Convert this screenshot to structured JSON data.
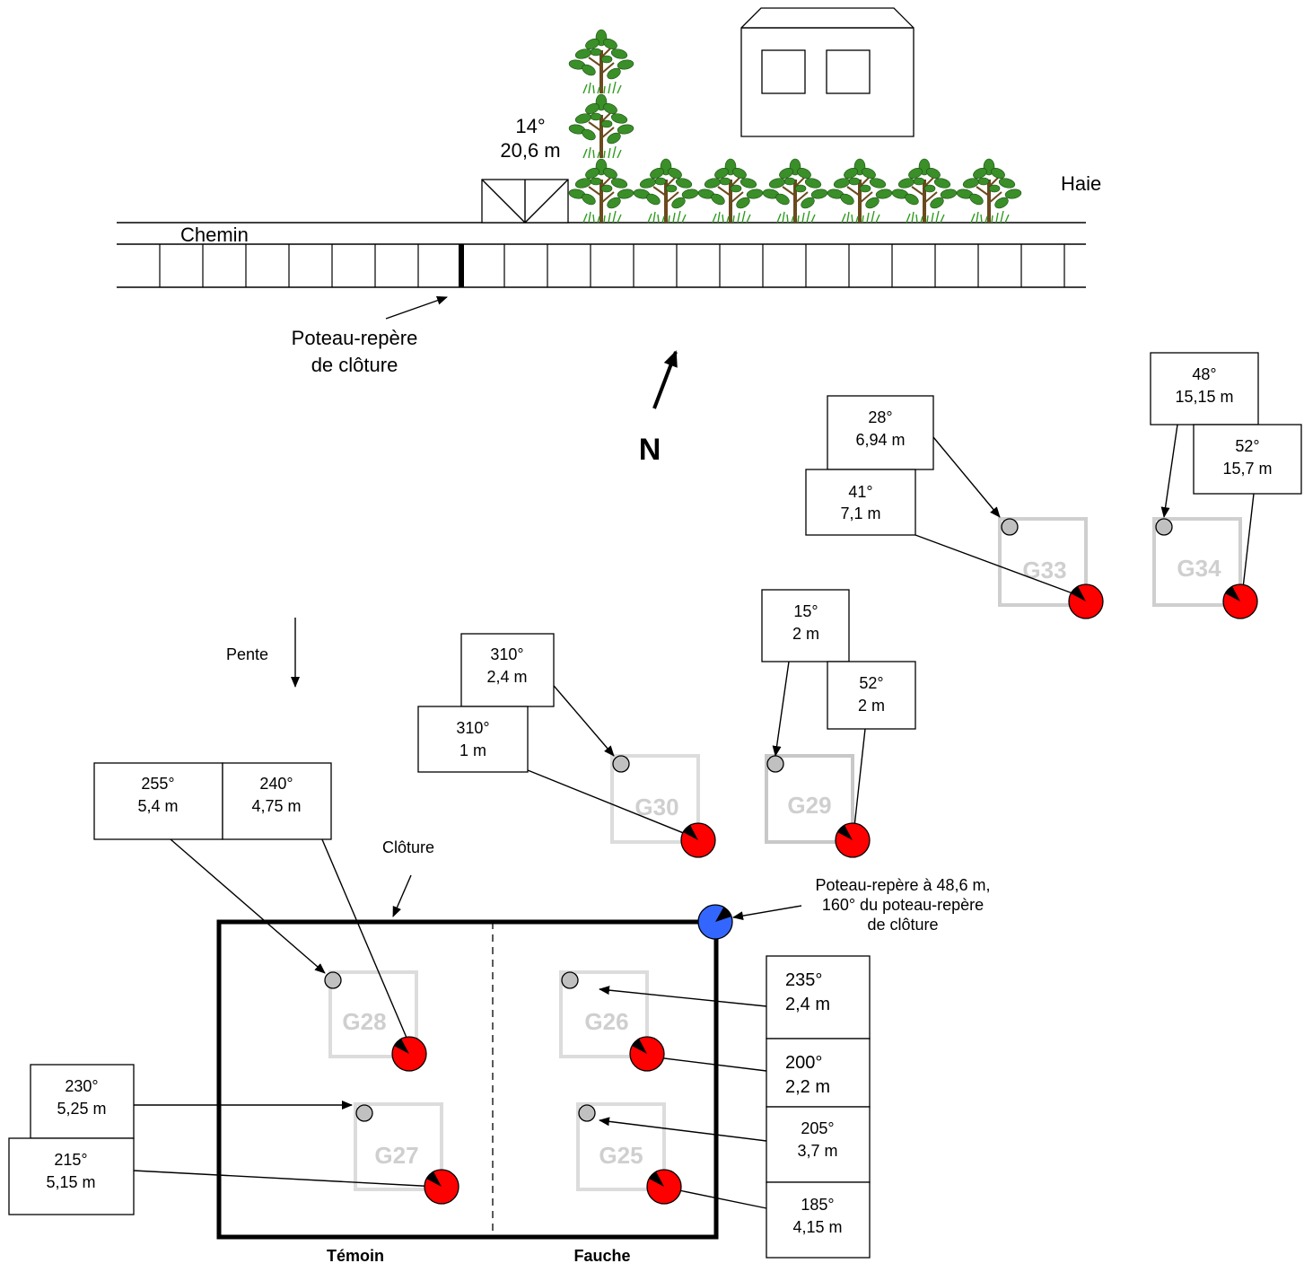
{
  "labels": {
    "chemin": "Chemin",
    "haie": "Haie",
    "north": "N",
    "pente": "Pente",
    "cloture": "Clôture",
    "temoin": "Témoin",
    "fauche": "Fauche"
  },
  "gate_measure": {
    "angle": "14°",
    "dist": "20,6 m"
  },
  "fence_post_label": {
    "line1": "Poteau-repère",
    "line2": "de clôture"
  },
  "corner_post_label": {
    "line1": "Poteau-repère à 48,6 m,",
    "line2": "160° du poteau-repère",
    "line3": "de clôture"
  },
  "plots": [
    {
      "id": "G33",
      "label": "G33"
    },
    {
      "id": "G34",
      "label": "G34"
    },
    {
      "id": "G30",
      "label": "G30"
    },
    {
      "id": "G29",
      "label": "G29"
    },
    {
      "id": "G28",
      "label": "G28"
    },
    {
      "id": "G26",
      "label": "G26"
    },
    {
      "id": "G27",
      "label": "G27"
    },
    {
      "id": "G25",
      "label": "G25"
    }
  ],
  "measurements": [
    {
      "id": "g33-grey",
      "angle": "28°",
      "dist": "6,94 m"
    },
    {
      "id": "g33-red",
      "angle": "41°",
      "dist": "7,1 m"
    },
    {
      "id": "g34-grey",
      "angle": "48°",
      "dist": "15,15 m"
    },
    {
      "id": "g34-red",
      "angle": "52°",
      "dist": "15,7 m"
    },
    {
      "id": "g30-grey",
      "angle": "310°",
      "dist": "2,4 m"
    },
    {
      "id": "g30-red",
      "angle": "310°",
      "dist": "1 m"
    },
    {
      "id": "g29-grey",
      "angle": "15°",
      "dist": "2 m"
    },
    {
      "id": "g29-red",
      "angle": "52°",
      "dist": "2 m"
    },
    {
      "id": "g28-grey",
      "angle": "255°",
      "dist": "5,4 m"
    },
    {
      "id": "g28-red",
      "angle": "240°",
      "dist": "4,75 m"
    },
    {
      "id": "g27-grey",
      "angle": "230°",
      "dist": "5,25 m"
    },
    {
      "id": "g27-red",
      "angle": "215°",
      "dist": "5,15 m"
    },
    {
      "id": "g26-grey",
      "angle": "235°",
      "dist": "2,4 m"
    },
    {
      "id": "g26-red",
      "angle": "200°",
      "dist": "2,2 m"
    },
    {
      "id": "g25-grey",
      "angle": "205°",
      "dist": "3,7 m"
    },
    {
      "id": "g25-red",
      "angle": "185°",
      "dist": "4,15 m"
    }
  ],
  "colors": {
    "red_marker": "#ff0000",
    "grey_marker": "#c0c0c0",
    "blue_marker": "#3366ff",
    "plot_outline": "#cfcfcf",
    "foliage": "#3a8f28",
    "trunk": "#6b4a1e"
  }
}
